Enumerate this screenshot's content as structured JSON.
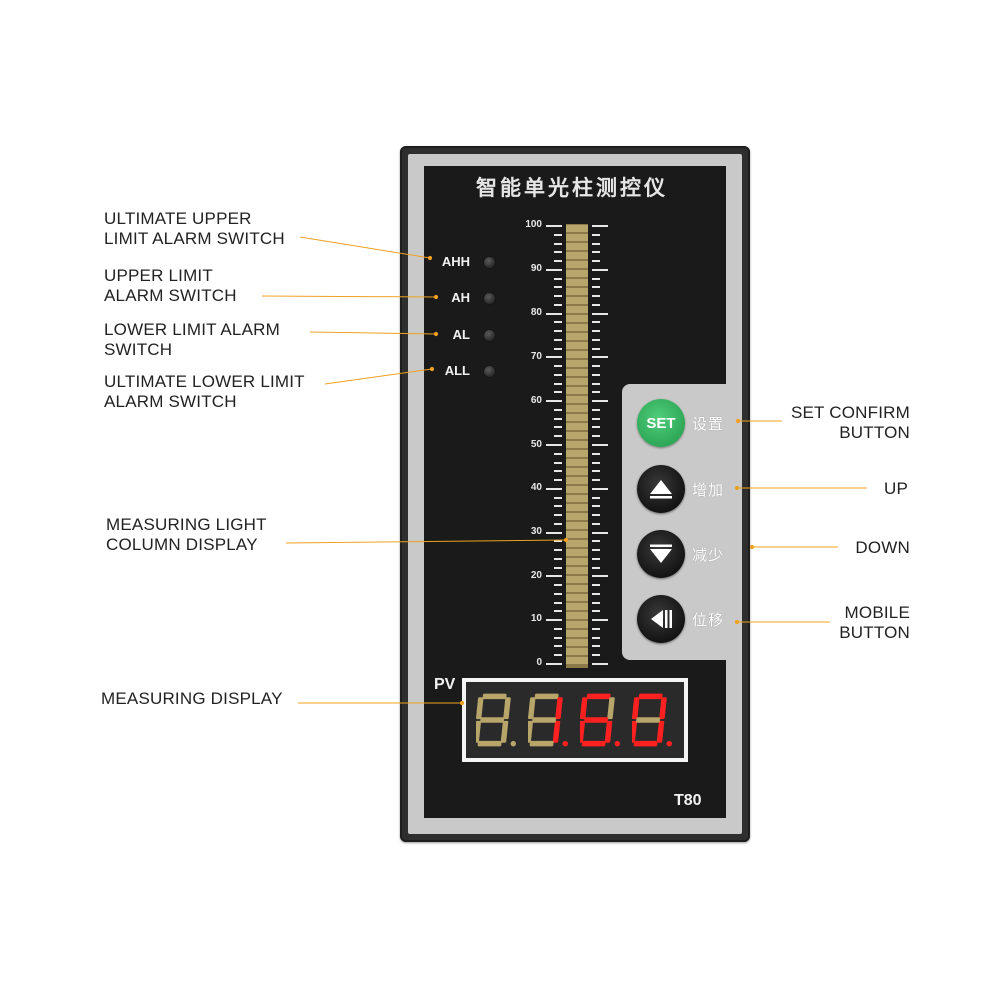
{
  "device": {
    "title": "智能单光柱测控仪",
    "model": "T80",
    "pv_label": "PV",
    "bar_percent": 100
  },
  "alarms": [
    {
      "label": "AHH"
    },
    {
      "label": "AH"
    },
    {
      "label": "AL"
    },
    {
      "label": "ALL"
    }
  ],
  "scale": [
    "100",
    "90",
    "80",
    "70",
    "60",
    "50",
    "40",
    "30",
    "20",
    "10",
    "0"
  ],
  "display": {
    "reading": "160",
    "digits": [
      {
        "char": "8",
        "lit": false
      },
      {
        "char": "1",
        "lit": true
      },
      {
        "char": "6",
        "lit": true
      },
      {
        "char": "0",
        "lit": true
      }
    ],
    "lit_color": "#ff2020",
    "unlit_color": "#b8a56a"
  },
  "keys": {
    "set": {
      "text": "SET",
      "label": "设置"
    },
    "up": {
      "label": "增加"
    },
    "down": {
      "label": "减少"
    },
    "shift": {
      "label": "位移"
    }
  },
  "callouts": {
    "ultimate_upper": [
      "ULTIMATE UPPER",
      "LIMIT ALARM SWITCH"
    ],
    "upper": [
      "UPPER LIMIT",
      "ALARM SWITCH"
    ],
    "lower": [
      "LOWER LIMIT ALARM",
      "SWITCH"
    ],
    "ultimate_lower": [
      "ULTIMATE LOWER LIMIT",
      "ALARM SWITCH"
    ],
    "light_column": [
      "MEASURING LIGHT",
      "COLUMN DISPLAY"
    ],
    "measuring_display": [
      "MEASURING DISPLAY"
    ],
    "set_confirm": [
      "SET CONFIRM",
      "BUTTON"
    ],
    "up": [
      "UP"
    ],
    "down": [
      "DOWN"
    ],
    "mobile": [
      "MOBILE",
      "BUTTON"
    ]
  },
  "colors": {
    "leader_line": "#f0a020",
    "set_button": "#34b35f",
    "panel": "#1a1a1a",
    "bezel": "#c9c9c9"
  },
  "icons": {
    "up": "up-triangle-icon",
    "down": "down-triangle-icon",
    "shift": "shift-left-icon"
  }
}
